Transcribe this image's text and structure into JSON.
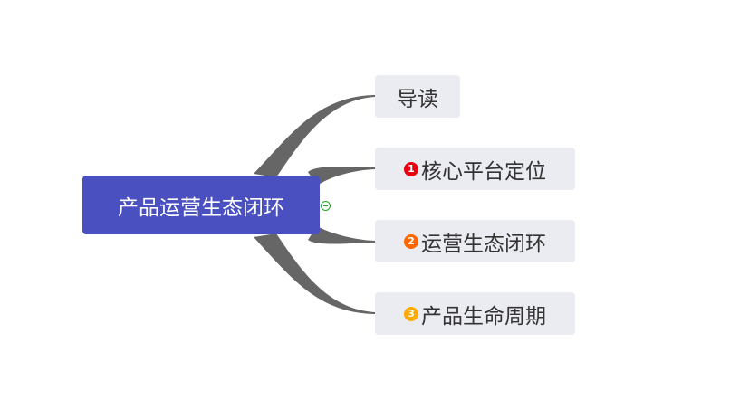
{
  "root": {
    "label": "产品运营生态闭环",
    "color": "#4a50bf"
  },
  "children": [
    {
      "label": "导读"
    },
    {
      "label": "核心平台定位",
      "badge": "1",
      "badge_color": "#e60012"
    },
    {
      "label": "运营生态闭环",
      "badge": "2",
      "badge_color": "#ff6600"
    },
    {
      "label": "产品生命周期",
      "badge": "3",
      "badge_color": "#ffaa00"
    }
  ],
  "branch_color": "#666666"
}
